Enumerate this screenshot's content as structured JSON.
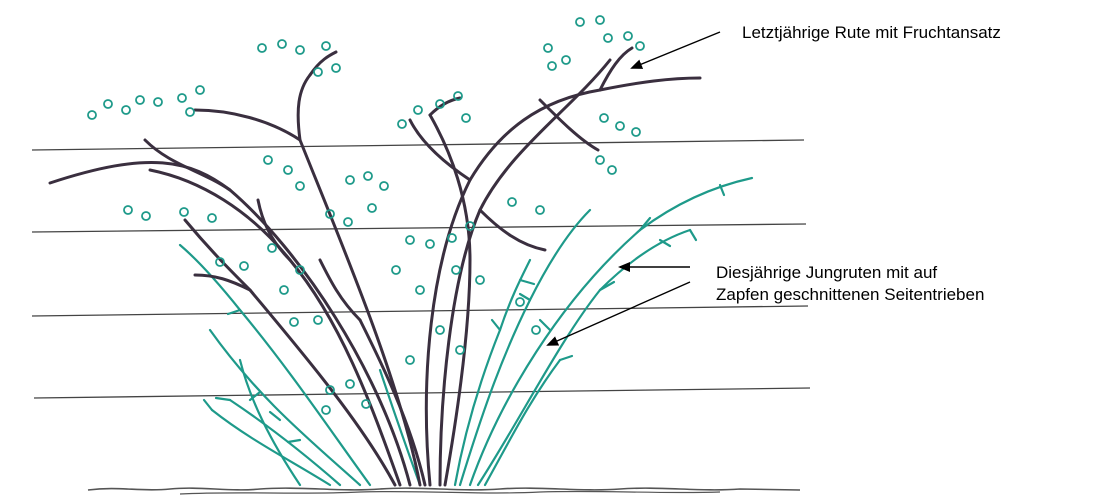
{
  "labels": {
    "old_cane": "Letztjährige Rute mit Fruchtansatz",
    "young_canes_line1": "Diesjährige Jungruten mit auf",
    "young_canes_line2": "Zapfen geschnittenen Seitentrieben"
  },
  "colors": {
    "old_cane": "#3a2f3f",
    "young_cane": "#1e9a8a",
    "fruit": "#1e9a8a",
    "wire": "#444444",
    "ground": "#555555"
  }
}
